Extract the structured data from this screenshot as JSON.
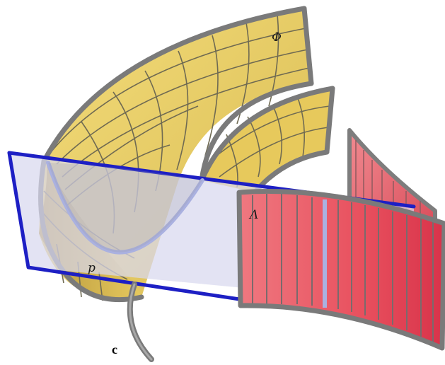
{
  "labels": {
    "phi": "Φ",
    "lambda": "Λ",
    "p": "p",
    "c": "c"
  },
  "colors": {
    "yellow_surface": "#ecd26a",
    "yellow_shade": "#c9aa44",
    "red_surface": "#ee6f78",
    "red_shade": "#c94450",
    "plane_fill": "#dcdcf0",
    "plane_edge": "#1d1fc4",
    "tube": "#7d7d7d",
    "highlight_curve": "#b6bce4"
  }
}
